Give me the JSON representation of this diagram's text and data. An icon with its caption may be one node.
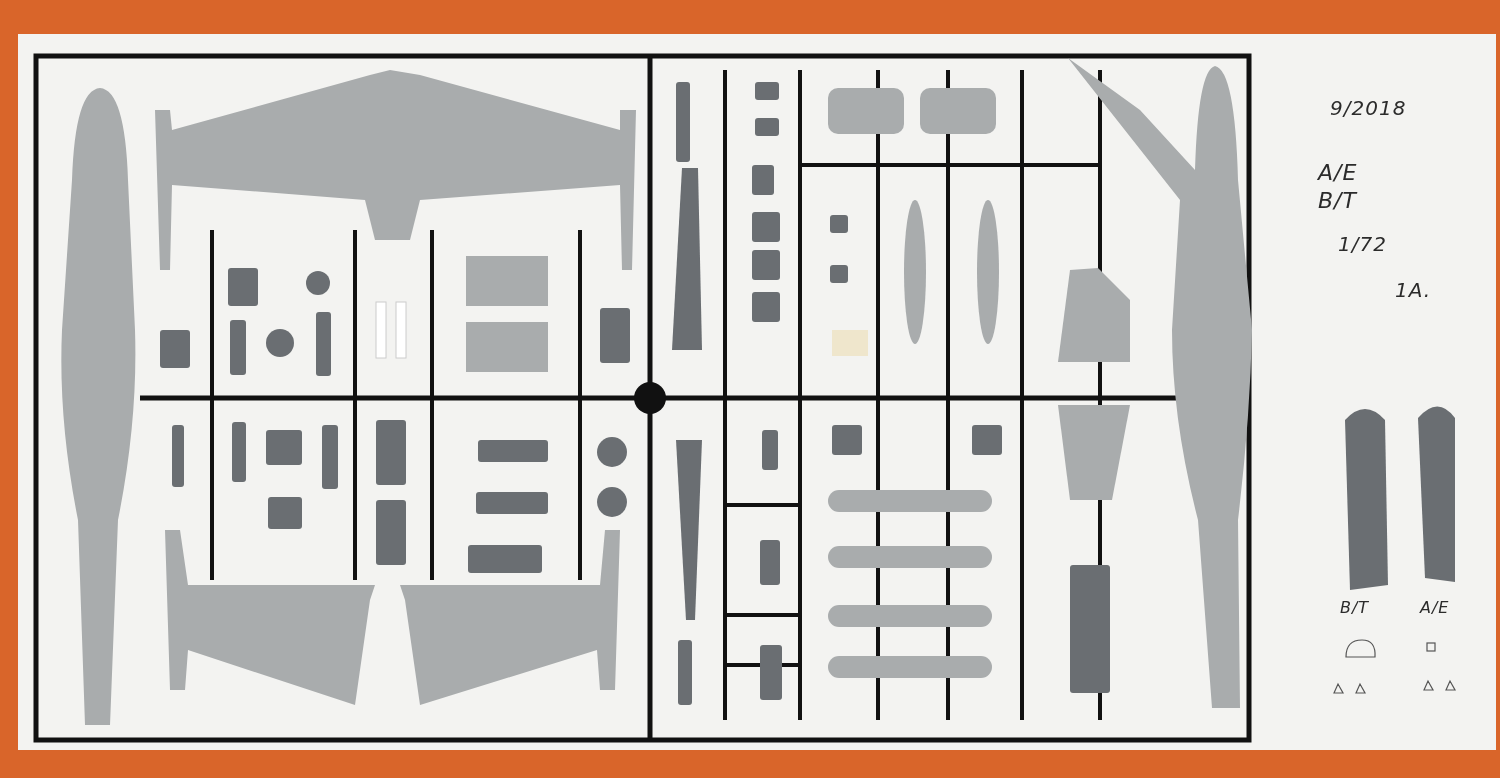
{
  "diagram": {
    "labels": [
      "9/2018",
      "A/E",
      "B/T",
      "1/72",
      "1A.",
      "B/T",
      "A/E"
    ]
  }
}
